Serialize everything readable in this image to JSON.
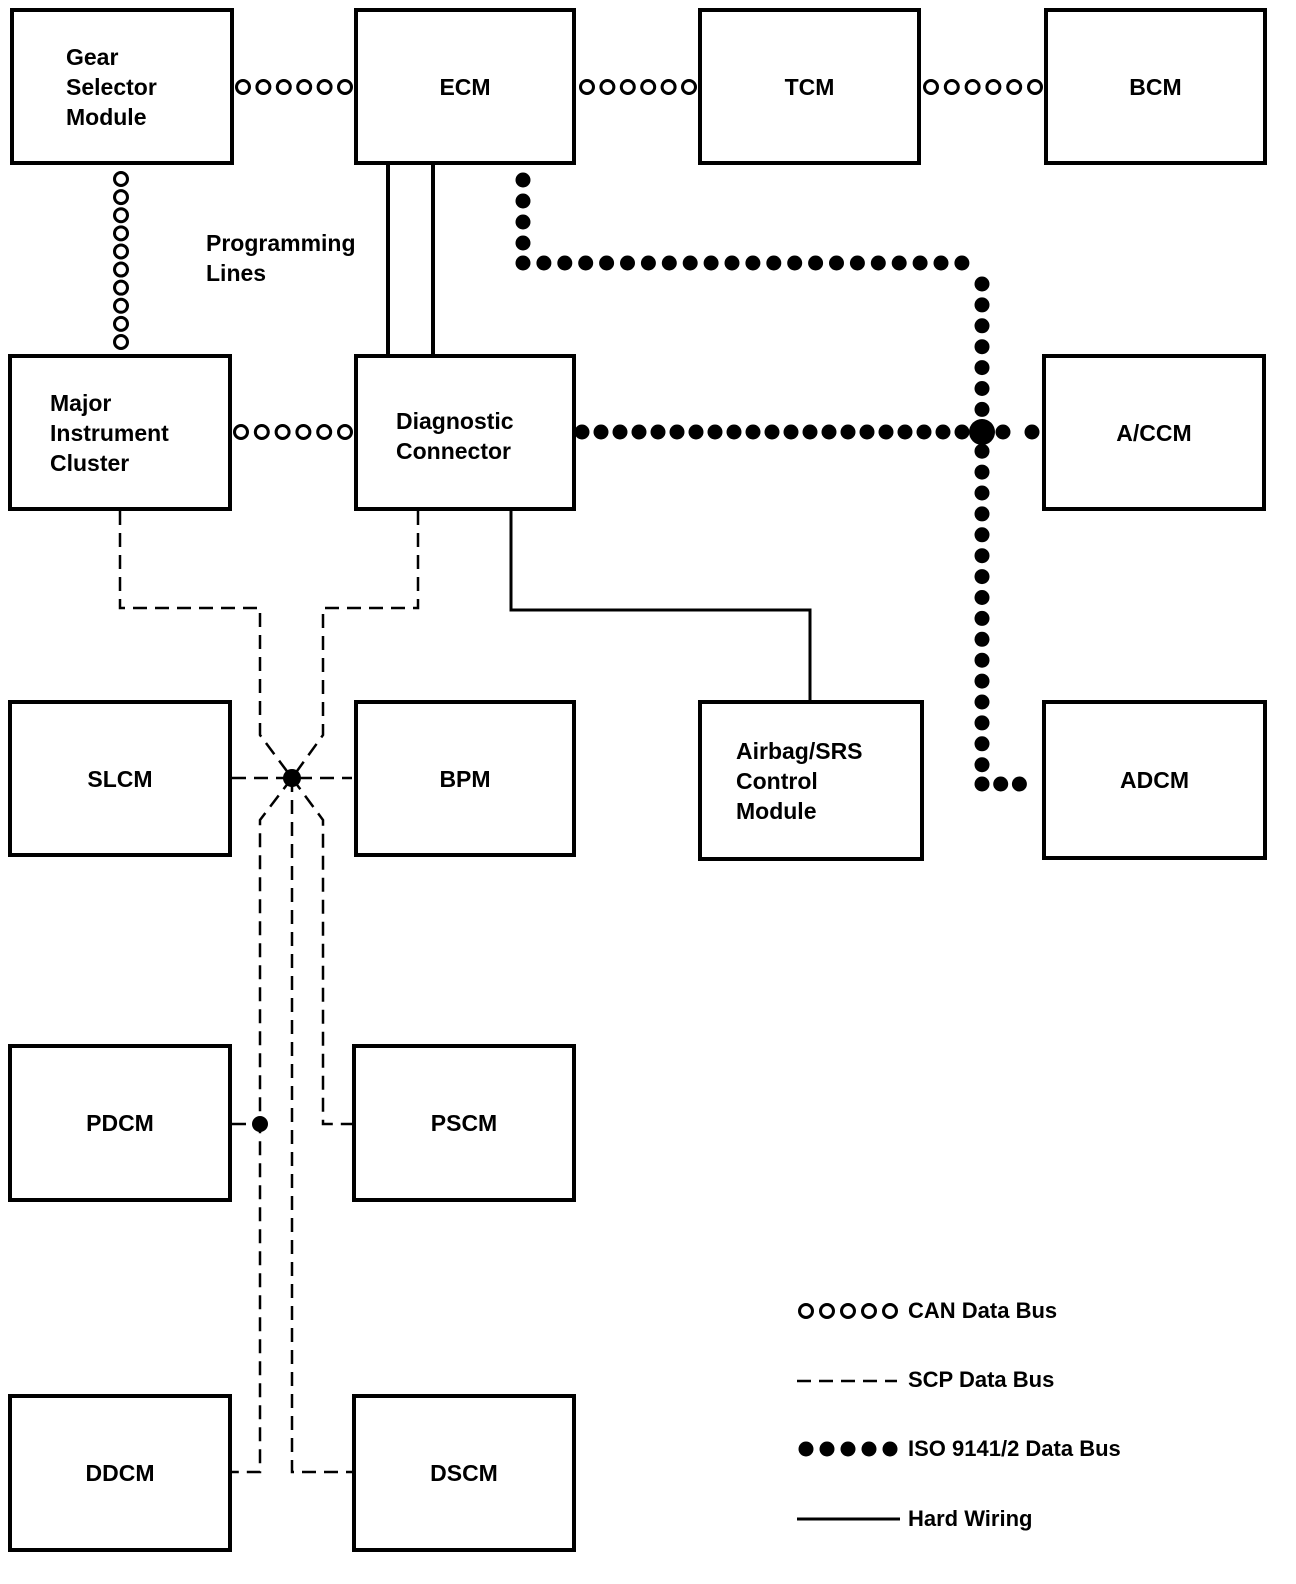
{
  "modules": {
    "gear_selector": "Gear\nSelector\nModule",
    "ecm": "ECM",
    "tcm": "TCM",
    "bcm": "BCM",
    "major_instrument_cluster": "Major\nInstrument\nCluster",
    "diagnostic_connector": "Diagnostic\nConnector",
    "accm": "A/CCM",
    "slcm": "SLCM",
    "bpm": "BPM",
    "airbag_srs": "Airbag/SRS\nControl\nModule",
    "adcm": "ADCM",
    "pdcm": "PDCM",
    "pscm": "PSCM",
    "ddcm": "DDCM",
    "dscm": "DSCM"
  },
  "annotations": {
    "programming_lines": "Programming\nLines"
  },
  "legend": {
    "can": "CAN Data Bus",
    "scp": "SCP Data Bus",
    "iso": "ISO 9141/2 Data Bus",
    "hard": "Hard Wiring"
  }
}
